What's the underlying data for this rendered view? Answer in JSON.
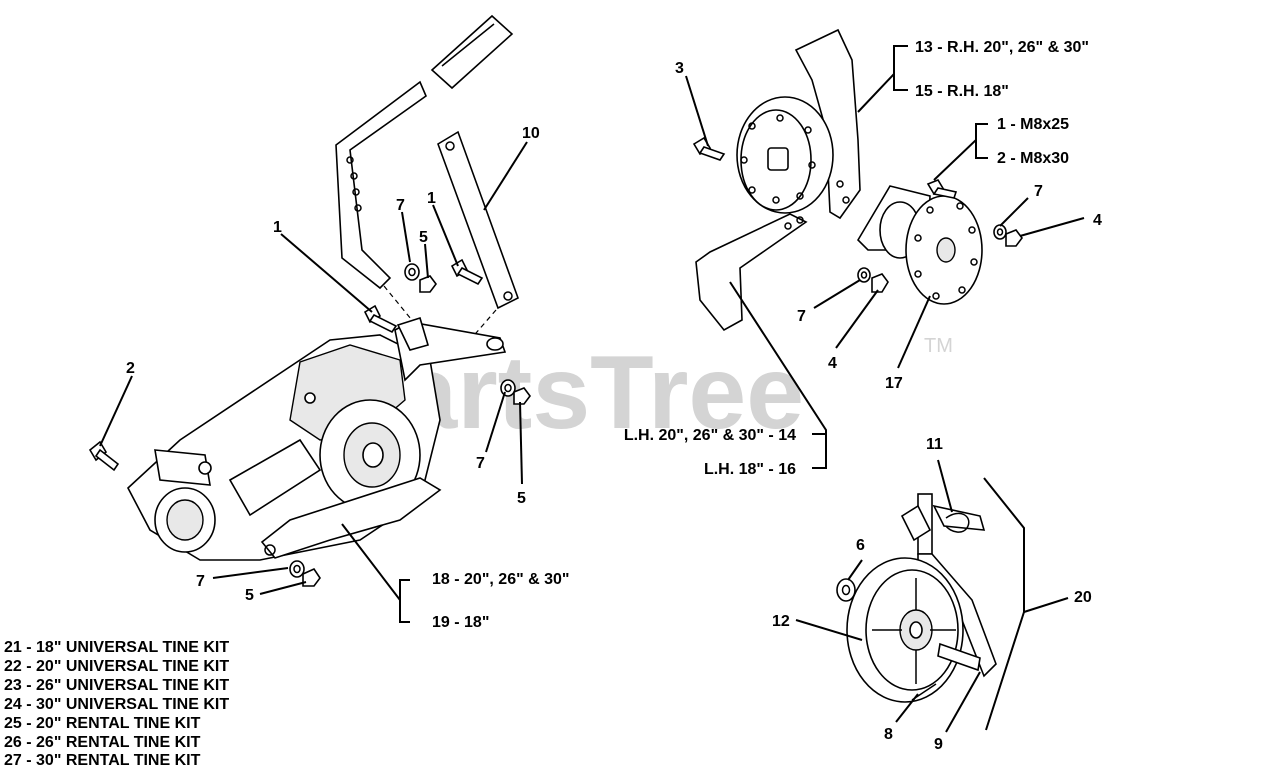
{
  "watermark": {
    "text": "PartsTree",
    "tm": "TM"
  },
  "callouts": {
    "c1_handle": "1",
    "c1_bracket": "1",
    "c1_m8x25": "1 - M8x25",
    "c2_left": "2",
    "c2_m8x30": "2 - M8x30",
    "c3": "3",
    "c4_upper": "4",
    "c4_lower": "4",
    "c5_upper": "5",
    "c5_lower": "5",
    "c5_mid": "5",
    "c6": "6",
    "c7_upper_left": "7",
    "c7_mid": "7",
    "c7_lower_left": "7",
    "c7_right_upper": "7",
    "c7_right_lower": "7",
    "c8": "8",
    "c9": "9",
    "c10": "10",
    "c11": "11",
    "c12": "12",
    "c13": "13 - R.H. 20\", 26\" & 30\"",
    "c15": "15 - R.H. 18\"",
    "c14": "L.H. 20\", 26\" & 30\" - 14",
    "c16": "L.H. 18\" - 16",
    "c17": "17",
    "c18": "18 - 20\", 26\" & 30\"",
    "c19": "19 - 18\"",
    "c20": "20"
  },
  "kits": [
    "21 - 18\" UNIVERSAL TINE KIT",
    "22 - 20\" UNIVERSAL TINE KIT",
    "23 - 26\" UNIVERSAL TINE KIT",
    "24 - 30\" UNIVERSAL TINE KIT",
    "25 - 20\" RENTAL TINE KIT",
    "26 - 26\" RENTAL TINE KIT",
    "27 - 30\" RENTAL TINE KIT"
  ]
}
